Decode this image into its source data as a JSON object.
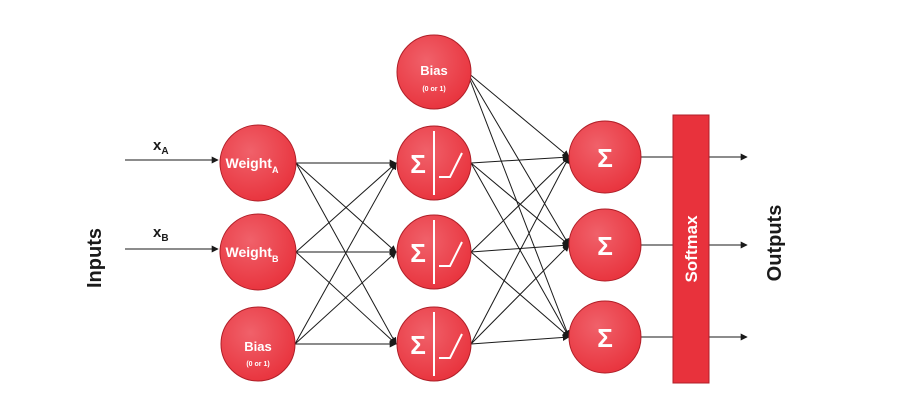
{
  "diagram": {
    "colors": {
      "node_fill": "#e8323c",
      "node_highlight": "#f0616a",
      "node_stroke": "#b01f28",
      "edge": "#1a1a1a",
      "text_on_node": "#ffffff"
    },
    "side_labels": {
      "inputs": "Inputs",
      "outputs": "Outputs"
    },
    "inputs": [
      {
        "name": "x",
        "subscript": "A"
      },
      {
        "name": "x",
        "subscript": "B"
      }
    ],
    "input_layer": {
      "weight_a": {
        "label": "Weight",
        "subscript": "A"
      },
      "weight_b": {
        "label": "Weight",
        "subscript": "B"
      },
      "bias": {
        "label": "Bias",
        "sublabel": "(0 or 1)"
      }
    },
    "hidden_layer": {
      "bias": {
        "label": "Bias",
        "sublabel": "(0 or 1)"
      },
      "neuron_symbol": "Σ",
      "neuron_count": 3,
      "activation_icon": "relu-icon"
    },
    "output_layer": {
      "neuron_symbol": "Σ",
      "neuron_count": 3
    },
    "softmax": {
      "label": "Softmax"
    }
  }
}
